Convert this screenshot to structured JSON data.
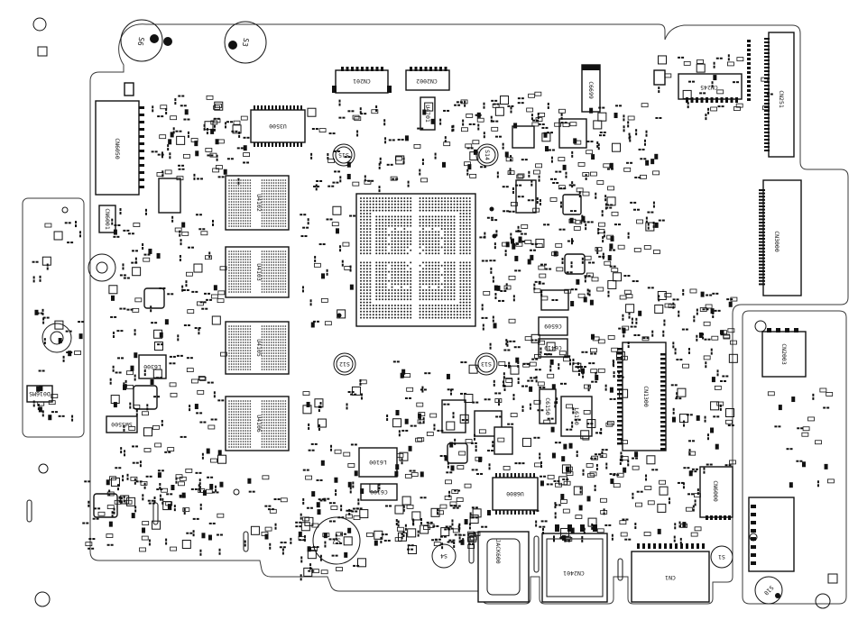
{
  "mounting_holes": {
    "s6": "S6",
    "s3": "S3",
    "s15": "S15",
    "s14": "S14",
    "s12": "S12",
    "s13": "S13",
    "s7": "S7",
    "s4": "S4",
    "s1": "S1",
    "s10": "S10"
  },
  "connectors": {
    "cn201": "CN201",
    "cn2002": "CN2002",
    "cn245": "CN245",
    "cn251": "CN251",
    "cn6050": "CN6050",
    "cn6001": "CN6001",
    "cn3000": "CN3000",
    "cn1300": "CN1300",
    "cn2003": "CN2003",
    "cn6000": "CN6000",
    "cn2401": "CN2401",
    "cn1": "CN1",
    "jack600": "JACK600"
  },
  "ics": {
    "u3500": "U3500",
    "u4701": "U4701",
    "u4102": "U4102",
    "u4103": "U4103",
    "u4105": "U4105",
    "u4106": "U4106",
    "u6800": "U6800"
  },
  "passives": {
    "c6699": "C6699",
    "l6300": "L6300",
    "l6100": "L6100",
    "c6100": "C6100",
    "c6509": "C6509",
    "c6419": "C6419",
    "c6150": "C6150",
    "l6150": "L6150"
  },
  "switches": {
    "d016ms": "D016MS",
    "sws500": "SWS500"
  }
}
